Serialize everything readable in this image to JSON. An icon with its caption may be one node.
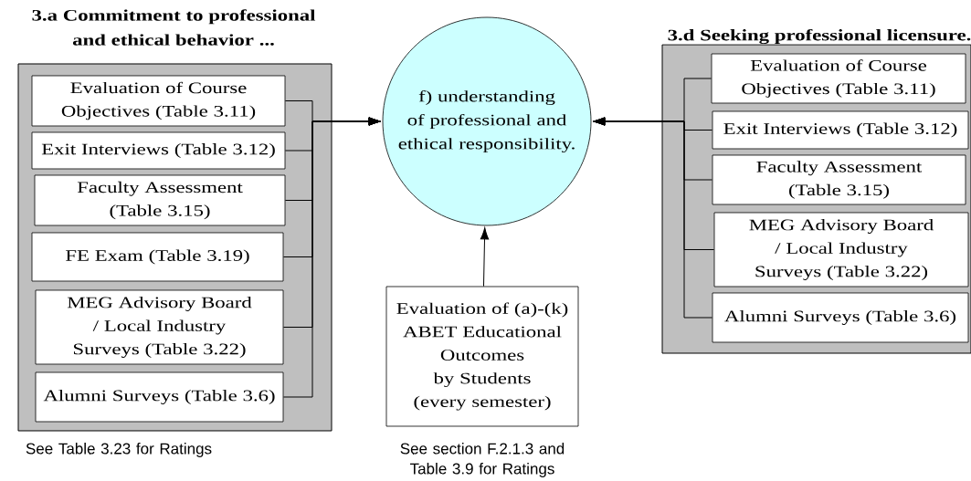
{
  "diagram": {
    "nodes": [
      {
        "text": [
          "3.a Commitment to professional and ethical behavior ..."
        ],
        "beside": [
          "See Table 3.23 for Ratings"
        ]
      },
      {
        "text": [
          "Evaluation of Course Objectives (Table 3.11)"
        ],
        "in": 0
      },
      {
        "text": [
          "Exit Interviews (Table 3.12)"
        ],
        "in": 0
      },
      {
        "text": [
          "Faculty Assessment (Table 3.15)"
        ],
        "in": 0
      },
      {
        "text": [
          "FE Exam (Table 3.19)"
        ],
        "in": 0
      },
      {
        "text": [
          "MEG Advisory Board / Local Industry Surveys (Table 3.22)"
        ],
        "in": 0
      },
      {
        "text": [
          "Alumni Surveys (Table 3.6)"
        ],
        "in": 0
      },
      {
        "text": [
          "f) understanding of professional and ethical responsibility."
        ]
      },
      {
        "text": [
          "3.d Seeking professional licensure."
        ]
      },
      {
        "text": [
          "Evaluation of Course Objectives (Table 3.11)"
        ],
        "in": 8
      },
      {
        "text": [
          "Exit Interviews (Table 3.12)"
        ],
        "in": 8
      },
      {
        "text": [
          "Faculty Assessment (Table 3.15)"
        ],
        "in": 8
      },
      {
        "text": [
          "MEG Advisory Board / Local Industry Surveys (Table 3.22)"
        ],
        "in": 8
      },
      {
        "text": [
          "Alumni Surveys (Table 3.6)"
        ],
        "in": 8
      },
      {
        "text": [
          "Evaluation of (a)-(k) ABET Educational Outcomes by Students (every semester)"
        ],
        "beside": [
          "See section F.2.1.3 and Table 3.9 for Ratings"
        ]
      }
    ],
    "edges": [
      {
        "from": 1,
        "to": 7,
        "arrow": "to"
      },
      {
        "from": 2,
        "to": 7,
        "arrow": "to"
      },
      {
        "from": 3,
        "to": 7,
        "arrow": "to"
      },
      {
        "from": 4,
        "to": 7,
        "arrow": "to"
      },
      {
        "from": 5,
        "to": 7,
        "arrow": "to"
      },
      {
        "from": 6,
        "to": 7,
        "arrow": "to"
      },
      {
        "from": 9,
        "to": 7,
        "arrow": "to"
      },
      {
        "from": 10,
        "to": 7,
        "arrow": "to"
      },
      {
        "from": 11,
        "to": 7,
        "arrow": "to"
      },
      {
        "from": 12,
        "to": 7,
        "arrow": "to"
      },
      {
        "from": 13,
        "to": 7,
        "arrow": "to"
      },
      {
        "from": 14,
        "to": 7,
        "arrow": "to"
      }
    ]
  }
}
